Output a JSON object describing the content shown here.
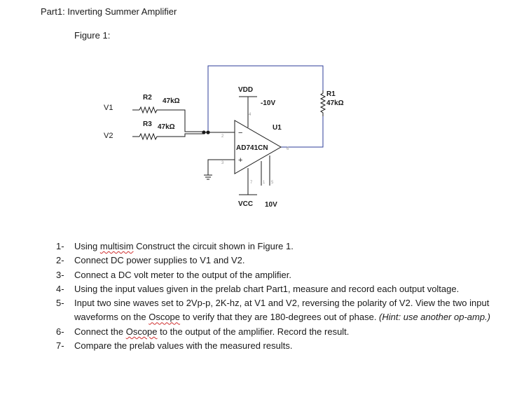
{
  "document": {
    "heading": "Part1: Inverting Summer Amplifier",
    "figure_label": "Figure 1:"
  },
  "circuit": {
    "v1": "V1",
    "v2": "V2",
    "r2": {
      "name": "R2",
      "value": "47kΩ"
    },
    "r3": {
      "name": "R3",
      "value": "47kΩ"
    },
    "r1": {
      "name": "R1",
      "value": "47kΩ"
    },
    "vdd": "VDD",
    "vdd_value": "-10V",
    "vcc": "VCC",
    "vcc_value": "10V",
    "opamp_ref": "U1",
    "opamp_part": "AD741CN",
    "pins": {
      "p1": "1",
      "p2": "2",
      "p3": "3",
      "p4": "4",
      "p5": "5",
      "p6": "6",
      "p7": "7"
    },
    "minus_sign": "−",
    "plus_sign": "+"
  },
  "steps": [
    {
      "number": "1-",
      "parts": [
        "Using ",
        "multisim",
        " Construct the circuit shown in Figure 1."
      ]
    },
    {
      "number": "2-",
      "text": "Connect DC power supplies to V1 and V2."
    },
    {
      "number": "3-",
      "text": "Connect a DC volt meter to the output of the amplifier."
    },
    {
      "number": "4-",
      "text": "Using the input values given in the prelab chart Part1, measure and record each output voltage."
    },
    {
      "number": "5-",
      "parts": [
        "Input two sine waves set to 2Vp-p, 2K-hz, at V1 and V2, reversing the polarity of V2.  View the two input waveforms on the ",
        "Oscope",
        " to verify that they are 180-degrees out of phase.  ",
        "(Hint: use another op-amp.)"
      ]
    },
    {
      "number": "6-",
      "parts": [
        "Connect the ",
        "Oscope",
        " to the output of the amplifier.  Record the result."
      ]
    },
    {
      "number": "7-",
      "text": "Compare the prelab values with the measured results."
    }
  ]
}
